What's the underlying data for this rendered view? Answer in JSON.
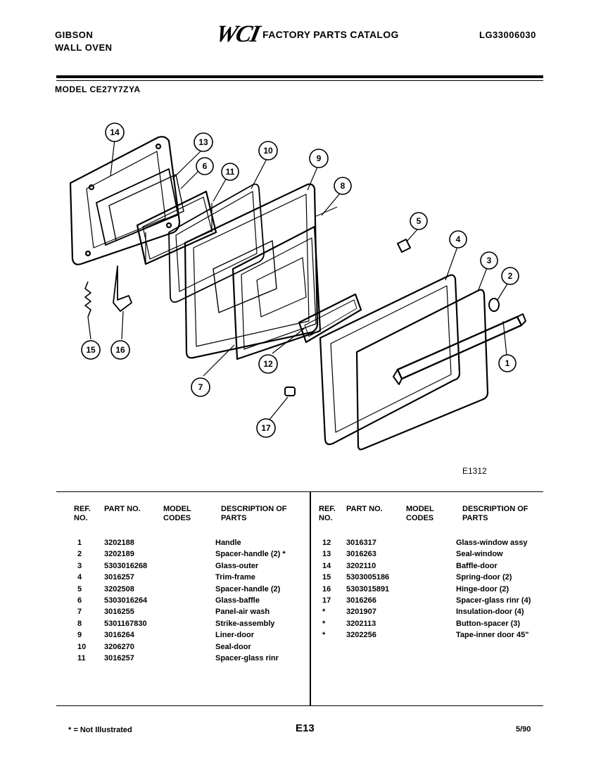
{
  "header": {
    "brand_line1": "GIBSON",
    "brand_line2": "WALL OVEN",
    "logo": "WCI",
    "catalog_title": "FACTORY PARTS CATALOG",
    "catalog_number": "LG33006030",
    "model_label": "MODEL CE27Y7ZYA"
  },
  "figure": {
    "code": "E1312",
    "callouts": [
      "14",
      "13",
      "6",
      "11",
      "10",
      "9",
      "8",
      "5",
      "4",
      "3",
      "2",
      "1",
      "15",
      "16",
      "7",
      "12",
      "17"
    ]
  },
  "table": {
    "headers": {
      "ref": "REF. NO.",
      "part": "PART NO.",
      "model": "MODEL CODES",
      "desc": "DESCRIPTION OF PARTS"
    },
    "left_rows": [
      {
        "ref": "1",
        "part": "3202188",
        "desc": "Handle"
      },
      {
        "ref": "2",
        "part": "3202189",
        "desc": "Spacer-handle (2) *"
      },
      {
        "ref": "3",
        "part": "5303016268",
        "desc": "Glass-outer"
      },
      {
        "ref": "4",
        "part": "3016257",
        "desc": "Trim-frame"
      },
      {
        "ref": "5",
        "part": "3202508",
        "desc": "Spacer-handle (2)"
      },
      {
        "ref": "6",
        "part": "5303016264",
        "desc": "Glass-baffle"
      },
      {
        "ref": "7",
        "part": "3016255",
        "desc": "Panel-air wash"
      },
      {
        "ref": "8",
        "part": "5301167830",
        "desc": "Strike-assembly"
      },
      {
        "ref": "9",
        "part": "3016264",
        "desc": "Liner-door"
      },
      {
        "ref": "10",
        "part": "3206270",
        "desc": "Seal-door"
      },
      {
        "ref": "11",
        "part": "3016257",
        "desc": "Spacer-glass rinr"
      }
    ],
    "right_rows": [
      {
        "ref": "12",
        "part": "3016317",
        "desc": "Glass-window assy"
      },
      {
        "ref": "13",
        "part": "3016263",
        "desc": "Seal-window"
      },
      {
        "ref": "14",
        "part": "3202110",
        "desc": "Baffle-door"
      },
      {
        "ref": "15",
        "part": "5303005186",
        "desc": "Spring-door (2)"
      },
      {
        "ref": "16",
        "part": "5303015891",
        "desc": "Hinge-door (2)"
      },
      {
        "ref": "17",
        "part": "3016266",
        "desc": "Spacer-glass rinr (4)"
      },
      {
        "ref": "*",
        "part": "3201907",
        "desc": "Insulation-door (4)"
      },
      {
        "ref": "*",
        "part": "3202113",
        "desc": "Button-spacer (3)"
      },
      {
        "ref": "*",
        "part": "3202256",
        "desc": "Tape-inner door 45\""
      }
    ]
  },
  "footer": {
    "note": "* = Not Illustrated",
    "page": "E13",
    "date": "5/90"
  }
}
